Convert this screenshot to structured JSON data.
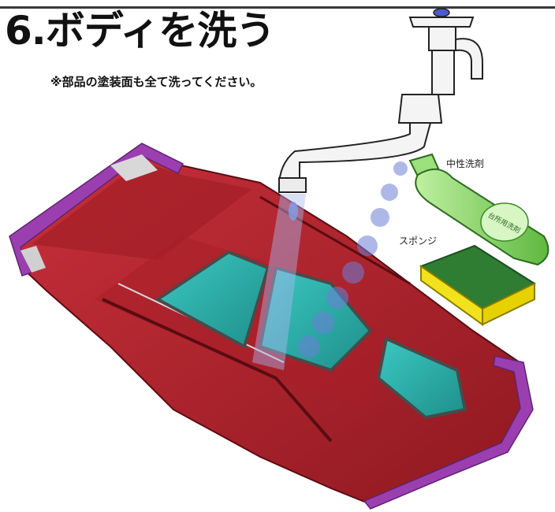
{
  "step": {
    "title": "6.ボディを洗う",
    "note": "※部品の塗装面も全て洗ってください。"
  },
  "labels": {
    "sponge": "スポンジ",
    "detergent": "中性洗剤",
    "bottle_text": "台所用洗剤"
  },
  "colors": {
    "body_red": "#b5222c",
    "glass_teal": "#2fb3b0",
    "trim_purple": "#9b3fb0",
    "sponge_green": "#2e7d32",
    "sponge_yellow": "#f2e21c",
    "bottle_green": "#8fd46a",
    "water_blue": "#6d7fd6"
  }
}
